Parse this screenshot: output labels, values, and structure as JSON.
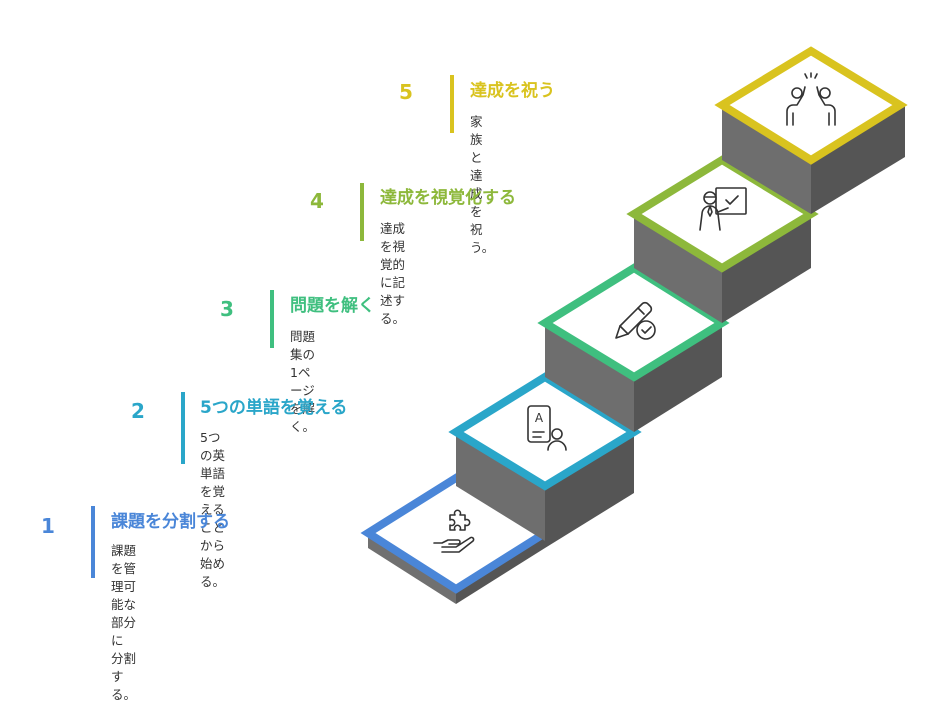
{
  "steps": [
    {
      "number": "1",
      "title": "課題を分割する",
      "desc_lines": [
        "課題を管理可能な部分に",
        "分割する。"
      ],
      "color": "#4a86d8",
      "icon": "puzzle-hand-icon"
    },
    {
      "number": "2",
      "title": "5つの単語を覚える",
      "desc_lines": [
        "5つの英単語を覚えることから",
        "始める。"
      ],
      "color": "#2aa6c9",
      "icon": "study-person-icon"
    },
    {
      "number": "3",
      "title": "問題を解く",
      "desc_lines": [
        "問題集の1ページを解く。"
      ],
      "color": "#3fbf7f",
      "icon": "pencil-check-icon"
    },
    {
      "number": "4",
      "title": "達成を視覚化する",
      "desc_lines": [
        "達成を視覚的に記述する。"
      ],
      "color": "#8db83b",
      "icon": "presenter-check-icon"
    },
    {
      "number": "5",
      "title": "達成を祝う",
      "desc_lines": [
        "家族と達成を祝う。"
      ],
      "color": "#d9c31f",
      "icon": "high-five-icon"
    }
  ],
  "stair_colors": {
    "side": "#6e6e6e",
    "front": "#555555",
    "top_fill": "#ffffff",
    "icon_stroke": "#333333"
  }
}
